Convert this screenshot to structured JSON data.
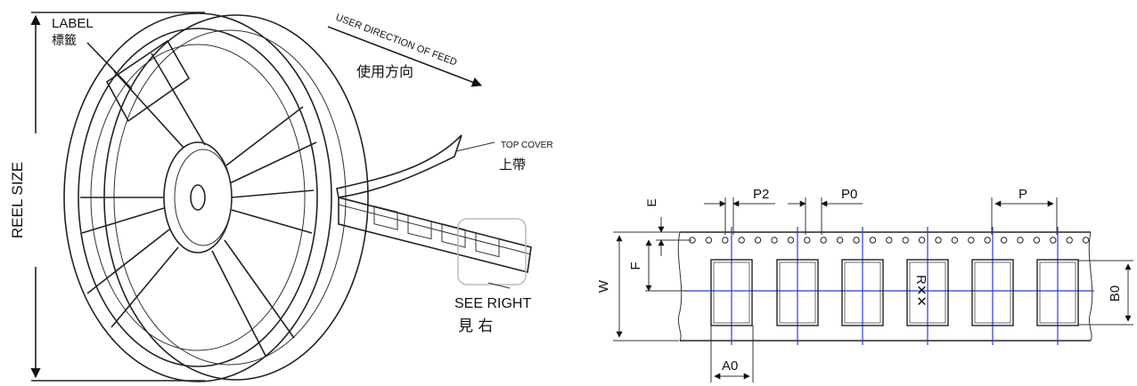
{
  "reel": {
    "reel_size": "REEL SIZE",
    "label_en": "LABEL",
    "label_zh": "標籤",
    "feed_en": "USER DIRECTION OF FEED",
    "feed_zh": "使用方向",
    "top_cover_en": "TOP COVER",
    "top_cover_zh": "上帶",
    "see_right_en": "SEE RIGHT",
    "see_right_zh": "見 右"
  },
  "tape": {
    "p2": "P2",
    "p0": "P0",
    "p": "P",
    "e": "E",
    "f": "F",
    "w": "W",
    "b0": "B0",
    "a0": "A0",
    "marking": "R✕✕"
  }
}
